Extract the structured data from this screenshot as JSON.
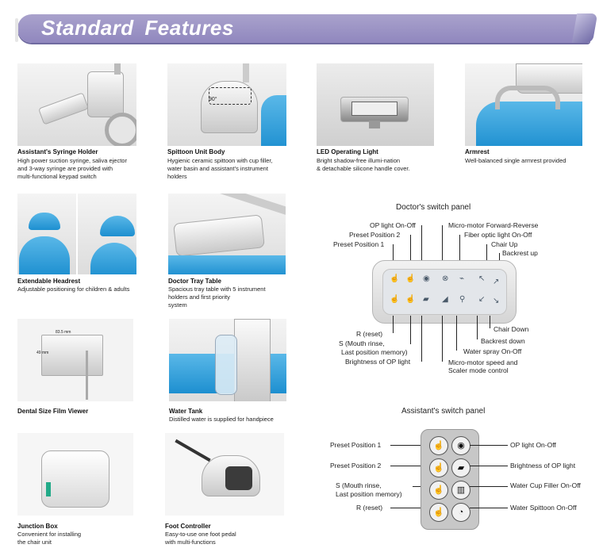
{
  "header": {
    "title": "Standard Features"
  },
  "features": [
    {
      "title": "Assistant's Syringe Holder",
      "desc": [
        "High power suction syringe, saliva ejector",
        "and 3-way syringe are provided with",
        "multi-functional keypad switch"
      ]
    },
    {
      "title": "Spittoon Unit Body",
      "desc": [
        "Hygienic ceramic spittoon with cup filler,",
        "water basin and assistant's instrument",
        "holders"
      ]
    },
    {
      "title": "LED Operating Light",
      "desc": [
        "Bright shadow-free illumi-nation",
        "& detachable silicone handle cover."
      ]
    },
    {
      "title": "Armrest",
      "desc": [
        "Well-balanced single armrest provided"
      ]
    },
    {
      "title": "Extendable Headrest",
      "desc": [
        "Adjustable positioning for children & adults"
      ]
    },
    {
      "title": "Doctor Tray Table",
      "desc": [
        "Spacious tray table with 5 instrument",
        "holders and first priority",
        "system"
      ]
    },
    {
      "title": "Dental Size Film Viewer",
      "desc": []
    },
    {
      "title": "Water Tank",
      "desc": [
        "Distilled water is supplied for handpiece"
      ]
    },
    {
      "title": "Junction Box",
      "desc": [
        "Convenient for installing",
        "the chair unit"
      ]
    },
    {
      "title": "Foot Controller",
      "desc": [
        "Easy-to-use one foot pedal",
        "with multi-functions"
      ]
    }
  ],
  "image_labels": {
    "angle": "90°",
    "width_mm": "83.5 mm",
    "height_mm": "49 mm"
  },
  "doctor_panel": {
    "title": "Doctor's switch panel",
    "left_top": [
      "OP light On-Off",
      "Preset Position 2",
      "Preset Position 1"
    ],
    "right_top": [
      "Micro-motor Forward-Reverse",
      "Fiber optic light On-Off",
      "Chair Up",
      "Backrest up"
    ],
    "left_bottom": [
      "R (reset)",
      "S (Mouth rinse,",
      "Last position memory)",
      "Brightness of OP light"
    ],
    "right_bottom": [
      "Chair Down",
      "Backrest down",
      "Water spray On-Off",
      "Micro-motor speed and",
      "Scaler mode control"
    ]
  },
  "assistant_panel": {
    "title": "Assistant's switch panel",
    "left": [
      "Preset Position 1",
      "Preset Position 2",
      "S (Mouth rinse,",
      "Last position memory)",
      "R (reset)"
    ],
    "right": [
      "OP light On-Off",
      "Brightness of OP light",
      "Water Cup Filler On-Off",
      "Water Spittoon On-Off"
    ]
  },
  "colors": {
    "banner": "#9f98c8",
    "chair_blue": "#1d8fd0"
  }
}
